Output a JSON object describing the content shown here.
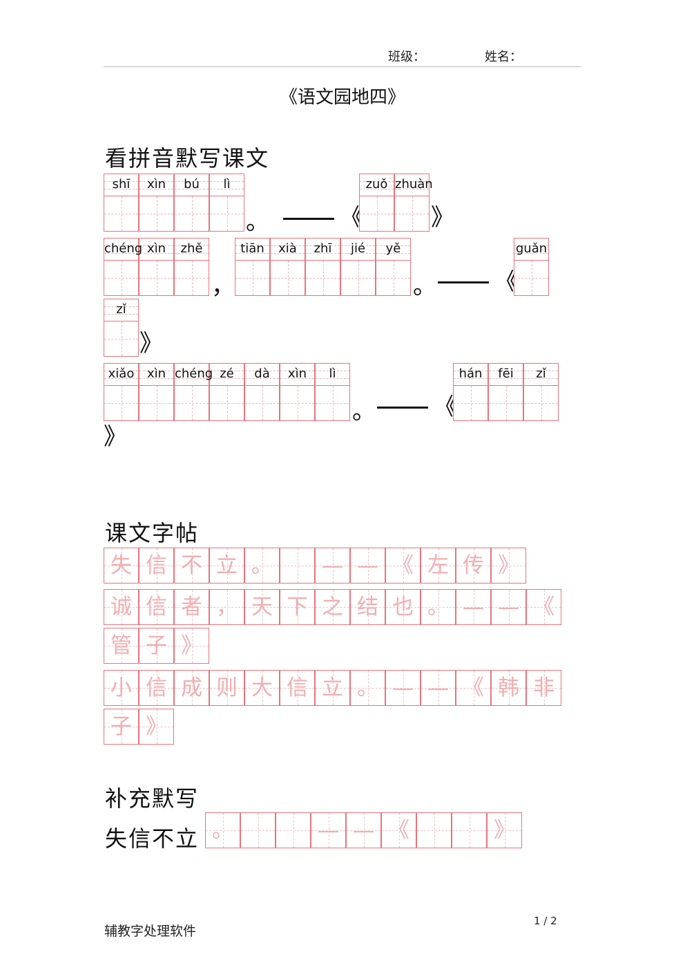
{
  "header": {
    "class_label": "班级：",
    "name_label": "姓名："
  },
  "title": "《语文园地四》",
  "sections": {
    "pinyin": "看拼音默写课文",
    "copy": "课文字帖",
    "fill": "补充默写"
  },
  "pinyin_rows": [
    {
      "syllables": [
        "shī",
        "xìn",
        "bú",
        "lì"
      ]
    },
    {
      "syllables": [
        "zuǒ",
        "zhuàn"
      ]
    },
    {
      "syllables": [
        "chéng",
        "xìn",
        "zhě"
      ]
    },
    {
      "syllables": [
        "tiān",
        "xià",
        "zhī",
        "jié",
        "yě"
      ]
    },
    {
      "syllables": [
        "guǎn"
      ]
    },
    {
      "syllables": [
        "zǐ"
      ]
    },
    {
      "syllables": [
        "xiǎo",
        "xìn",
        "chéng",
        "zé",
        "dà",
        "xìn",
        "lì"
      ]
    },
    {
      "syllables": [
        "hán",
        "fēi",
        "zǐ"
      ]
    }
  ],
  "punct": {
    "period": "。",
    "comma": "，",
    "open": "《",
    "close": "》"
  },
  "copy_rows": [
    [
      "失",
      "信",
      "不",
      "立",
      "。",
      "",
      "—",
      "—",
      "《",
      "左",
      "传",
      "》"
    ],
    [
      "诚",
      "信",
      "者",
      "，",
      "天",
      "下",
      "之",
      "结",
      "也",
      "。",
      "—",
      "—",
      "《"
    ],
    [
      "管",
      "子",
      "》"
    ],
    [
      "小",
      "信",
      "成",
      "则",
      "大",
      "信",
      "立",
      "。",
      "—",
      "—",
      "《",
      "韩",
      "非"
    ],
    [
      "子",
      "》"
    ]
  ],
  "fill": {
    "prefix": "失信不立",
    "cells": [
      "。",
      "",
      "",
      "—",
      "—",
      "《",
      "",
      "",
      "》"
    ]
  },
  "footer": {
    "software": "辅教字处理软件",
    "page": "1 / 2"
  }
}
